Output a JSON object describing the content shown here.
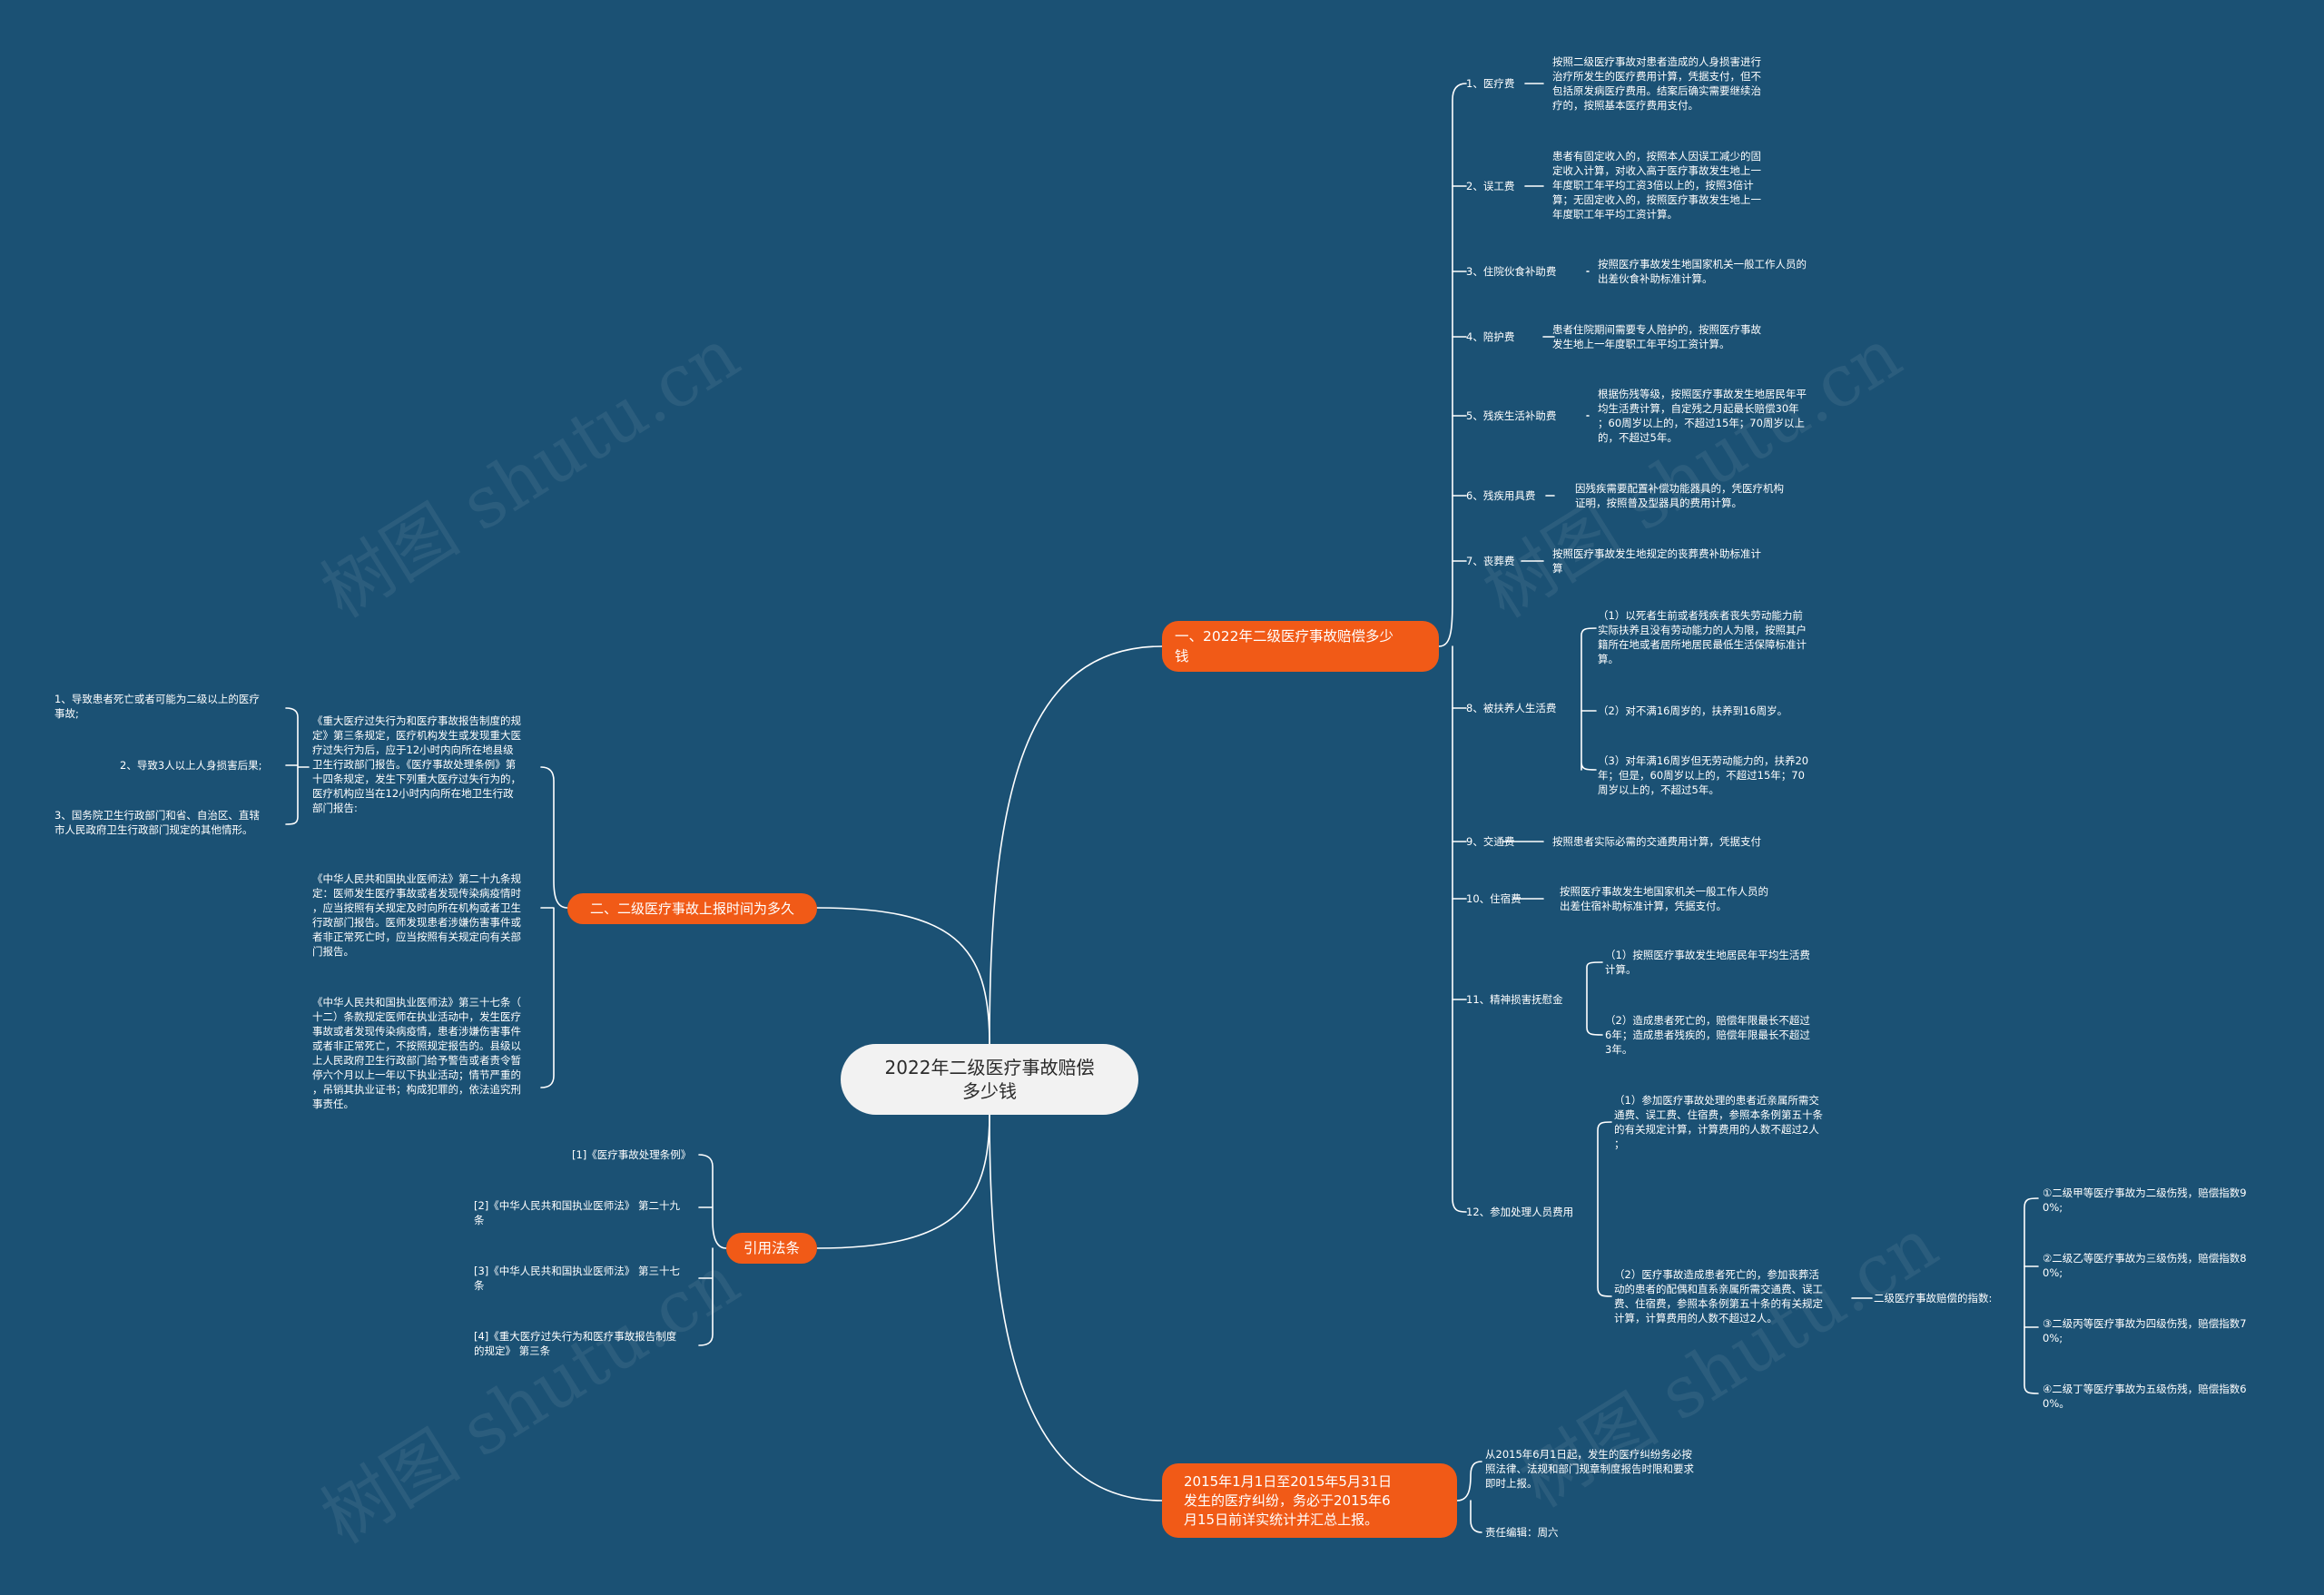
{
  "watermark": "树图 shutu.cn",
  "colors": {
    "background": "#1b5174",
    "branch": "#f15a17",
    "root": "#f2f2f2",
    "line": "#ffffff"
  },
  "root": {
    "title": "2022年二级医疗事故赔偿\n多少钱"
  },
  "b1": {
    "title": "一、2022年二级医疗事故赔偿多少\n钱",
    "items": [
      {
        "label": "1、医疗费",
        "text": "按照二级医疗事故对患者造成的人身损害进行\n治疗所发生的医疗费用计算，凭据支付，但不\n包括原发病医疗费用。结案后确实需要继续治\n疗的，按照基本医疗费用支付。"
      },
      {
        "label": "2、误工费",
        "text": "患者有固定收入的，按照本人因误工减少的固\n定收入计算，对收入高于医疗事故发生地上一\n年度职工年平均工资3倍以上的，按照3倍计\n算；无固定收入的，按照医疗事故发生地上一\n年度职工年平均工资计算。"
      },
      {
        "label": "3、住院伙食补助费",
        "text": "按照医疗事故发生地国家机关一般工作人员的\n出差伙食补助标准计算。"
      },
      {
        "label": "4、陪护费",
        "text": "患者住院期间需要专人陪护的，按照医疗事故\n发生地上一年度职工年平均工资计算。"
      },
      {
        "label": "5、残疾生活补助费",
        "text": "根据伤残等级，按照医疗事故发生地居民年平\n均生活费计算，自定残之月起最长赔偿30年\n；60周岁以上的，不超过15年；70周岁以上\n的，不超过5年。"
      },
      {
        "label": "6、残疾用具费",
        "text": "因残疾需要配置补偿功能器具的，凭医疗机构\n证明，按照普及型器具的费用计算。"
      },
      {
        "label": "7、丧葬费",
        "text": "按照医疗事故发生地规定的丧葬费补助标准计\n算"
      },
      {
        "label": "8、被扶养人生活费",
        "subs": [
          "（1）以死者生前或者残疾者丧失劳动能力前\n实际扶养且没有劳动能力的人为限，按照其户\n籍所在地或者居所地居民最低生活保障标准计\n算。",
          "（2）对不满16周岁的，扶养到16周岁。",
          "（3）对年满16周岁但无劳动能力的，扶养20\n年；但是，60周岁以上的，不超过15年；70\n周岁以上的，不超过5年。"
        ]
      },
      {
        "label": "9、交通费",
        "text": "按照患者实际必需的交通费用计算，凭据支付"
      },
      {
        "label": "10、住宿费",
        "text": "按照医疗事故发生地国家机关一般工作人员的\n出差住宿补助标准计算，凭据支付。"
      },
      {
        "label": "11、精神损害抚慰金",
        "subs": [
          "（1）按照医疗事故发生地居民年平均生活费\n计算。",
          "（2）造成患者死亡的，赔偿年限最长不超过\n6年；造成患者残疾的，赔偿年限最长不超过\n3年。"
        ]
      },
      {
        "label": "12、参加处理人员费用",
        "subs": [
          "（1）参加医疗事故处理的患者近亲属所需交\n通费、误工费、住宿费，参照本条例第五十条\n的有关规定计算，计算费用的人数不超过2人\n；",
          "（2）医疗事故造成患者死亡的，参加丧葬活\n动的患者的配偶和直系亲属所需交通费、误工\n费、住宿费，参照本条例第五十条的有关规定\n计算，计算费用的人数不超过2人。"
        ]
      }
    ],
    "index": {
      "label": "二级医疗事故赔偿的指数:",
      "items": [
        "①二级甲等医疗事故为二级伤残，赔偿指数9\n0%;",
        "②二级乙等医疗事故为三级伤残，赔偿指数8\n0%;",
        "③二级丙等医疗事故为四级伤残，赔偿指数7\n0%;",
        "④二级丁等医疗事故为五级伤残，赔偿指数6\n0%。"
      ]
    }
  },
  "b2": {
    "title": "二、二级医疗事故上报时间为多久",
    "items": [
      "《重大医疗过失行为和医疗事故报告制度的规\n定》第三条规定，医疗机构发生或发现重大医\n疗过失行为后，应于12小时内向所在地县级\n卫生行政部门报告。《医疗事故处理条例》第\n十四条规定，发生下列重大医疗过失行为的，\n医疗机构应当在12小时内向所在地卫生行政\n部门报告:",
      "《中华人民共和国执业医师法》第二十九条规\n定：医师发生医疗事故或者发现传染病疫情时\n，应当按照有关规定及时向所在机构或者卫生\n行政部门报告。医师发现患者涉嫌伤害事件或\n者非正常死亡时，应当按照有关规定向有关部\n门报告。",
      "《中华人民共和国执业医师法》第三十七条（\n十二）条款规定医师在执业活动中，发生医疗\n事故或者发现传染病疫情，患者涉嫌伤害事件\n或者非正常死亡，不按照规定报告的。县级以\n上人民政府卫生行政部门给予警告或者责令暂\n停六个月以上一年以下执业活动；情节严重的\n，吊销其执业证书；构成犯罪的，依法追究刑\n事责任。"
    ],
    "subs": [
      "1、导致患者死亡或者可能为二级以上的医疗\n事故;",
      "2、导致3人以上人身损害后果;",
      "3、国务院卫生行政部门和省、自治区、直辖\n市人民政府卫生行政部门规定的其他情形。"
    ]
  },
  "b3": {
    "title": "引用法条",
    "items": [
      "[1]《医疗事故处理条例》",
      "[2]《中华人民共和国执业医师法》 第二十九\n条",
      "[3]《中华人民共和国执业医师法》 第三十七\n条",
      "[4]《重大医疗过失行为和医疗事故报告制度\n的规定》 第三条"
    ]
  },
  "b4": {
    "title": "2015年1月1日至2015年5月31日\n发生的医疗纠纷，务必于2015年6\n月15日前详实统计并汇总上报。",
    "items": [
      "从2015年6月1日起，发生的医疗纠纷务必按\n照法律、法规和部门规章制度报告时限和要求\n即时上报。",
      "责任编辑：周六"
    ]
  }
}
